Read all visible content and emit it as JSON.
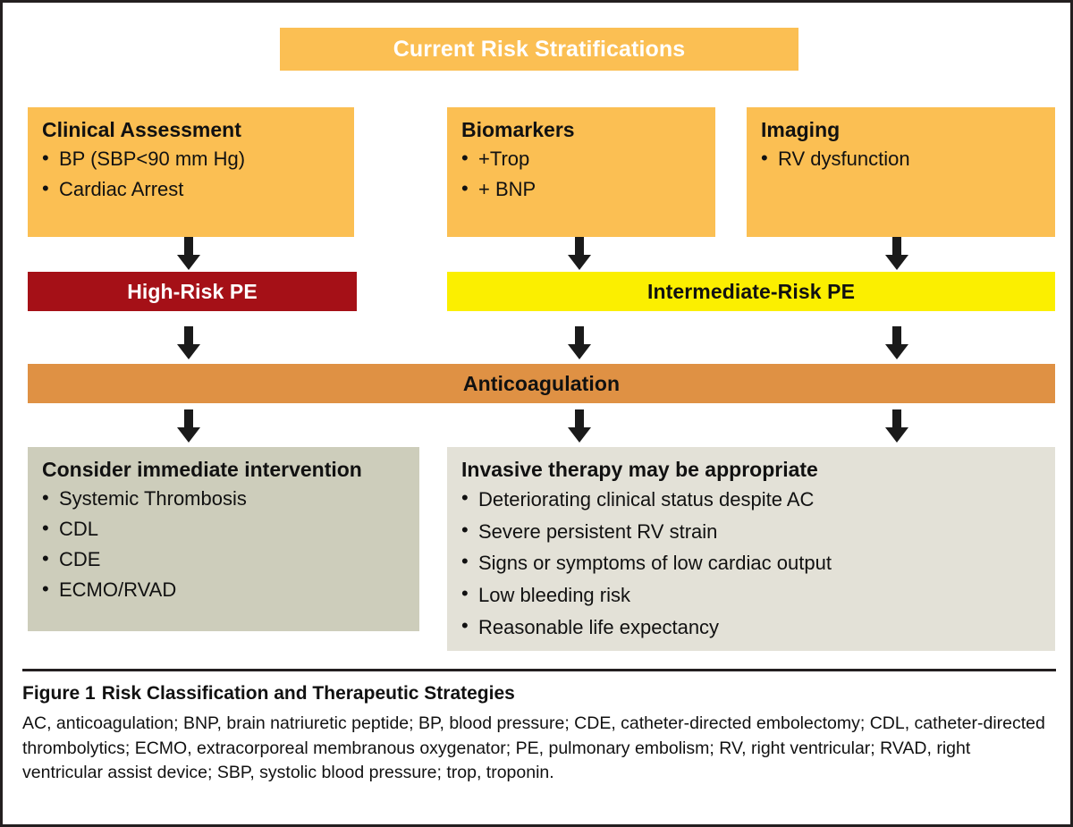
{
  "figure": {
    "banner": {
      "label": "Current Risk Stratifications",
      "color": "#fbbf53",
      "text_color": "#ffffff"
    },
    "assessment_boxes": [
      {
        "name": "clinical-assessment",
        "title": "Clinical Assessment",
        "color": "#fbbf53",
        "bullets": [
          "BP (SBP<90 mm Hg)",
          "Cardiac Arrest"
        ]
      },
      {
        "name": "biomarkers",
        "title": "Biomarkers",
        "color": "#fbbf53",
        "bullets": [
          "+Trop",
          "+ BNP"
        ]
      },
      {
        "name": "imaging",
        "title": "Imaging",
        "color": "#fbbf53",
        "bullets": [
          "RV dysfunction"
        ]
      }
    ],
    "risk_bars": [
      {
        "name": "high-risk-pe",
        "label": "High-Risk PE",
        "color": "#a51017",
        "text_color": "#ffffff"
      },
      {
        "name": "intermediate-risk-pe",
        "label": "Intermediate-Risk PE",
        "color": "#fbef00",
        "text_color": "#111111"
      }
    ],
    "treatment_bar": {
      "name": "anticoagulation",
      "label": "Anticoagulation",
      "color": "#df9144",
      "text_color": "#111111"
    },
    "outcome_boxes": [
      {
        "name": "consider-immediate-intervention",
        "title": "Consider immediate intervention",
        "color": "#cdcdbb",
        "bullets": [
          "Systemic Thrombosis",
          "CDL",
          "CDE",
          "ECMO/RVAD"
        ]
      },
      {
        "name": "invasive-therapy",
        "title": "Invasive therapy may be appropriate",
        "color": "#e3e1d7",
        "bullets": [
          "Deteriorating clinical status despite AC",
          "Severe persistent RV strain",
          "Signs or symptoms of low cardiac output",
          "Low bleeding risk",
          "Reasonable life expectancy"
        ]
      }
    ],
    "arrow_color": "#1a1a1a"
  },
  "caption": {
    "figure_number": "Figure 1",
    "title": "Risk Classification and Therapeutic Strategies",
    "abbreviations": "AC, anticoagulation; BNP, brain natriuretic peptide; BP, blood pressure; CDE, catheter-directed embolectomy; CDL, catheter-directed thrombolytics; ECMO, extracorporeal membranous oxygenator; PE, pulmonary embolism; RV, right ventricular; RVAD, right ventricular assist device; SBP, systolic blood pressure; trop, troponin."
  }
}
